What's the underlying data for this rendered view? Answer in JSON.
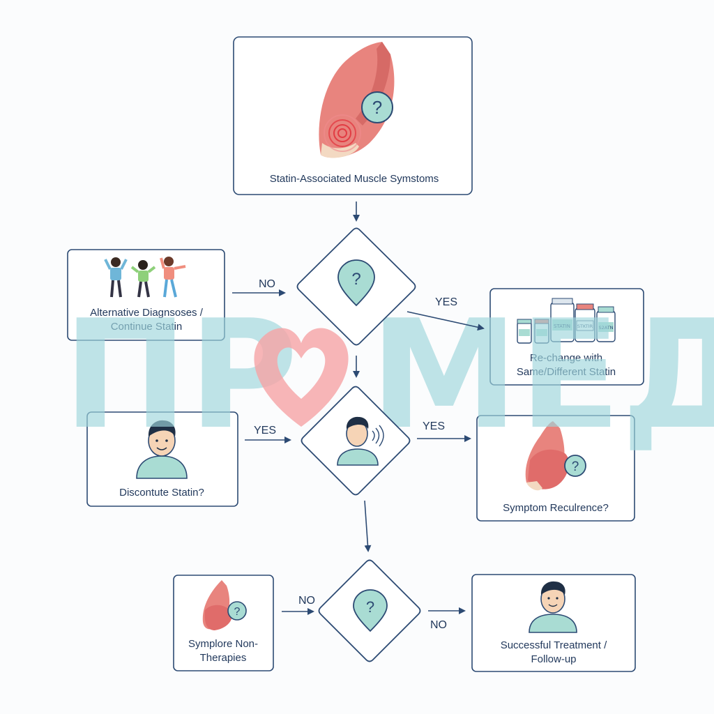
{
  "nodes": {
    "top": "Statin-Associated Muscle Symstoms",
    "left1_line1": "Alternative Diagnsoses /",
    "left1_line2": "Continue Statin",
    "right1_line1": "Re-change with",
    "right1_line2": "Same/Different Statin",
    "left2": "Discontute Statin?",
    "right2": "Symptom Reculrence?",
    "bottom_left_line1": "Symplore Non-",
    "bottom_left_line2": "Therapies",
    "bottom_right_line1": "Successful Treatment /",
    "bottom_right_line2": "Follow-up"
  },
  "edges": {
    "no_left": "NO",
    "yes_right": "YES",
    "yes_left2": "YES",
    "yes_right2": "YES",
    "no_bottom_left": "NO",
    "no_bottom_right": "NO"
  },
  "bottles": {
    "b3": "STATIN",
    "b4": "STKTIR",
    "b5": "S2ATN"
  },
  "watermark": {
    "left": "ПР",
    "right": "МЕД"
  },
  "colors": {
    "stroke": "#2c4a73",
    "muscle": "#e8847e",
    "teal": "#a9dcd3",
    "watermark": "#9fd6dc",
    "heart": "#f6a3a5"
  }
}
